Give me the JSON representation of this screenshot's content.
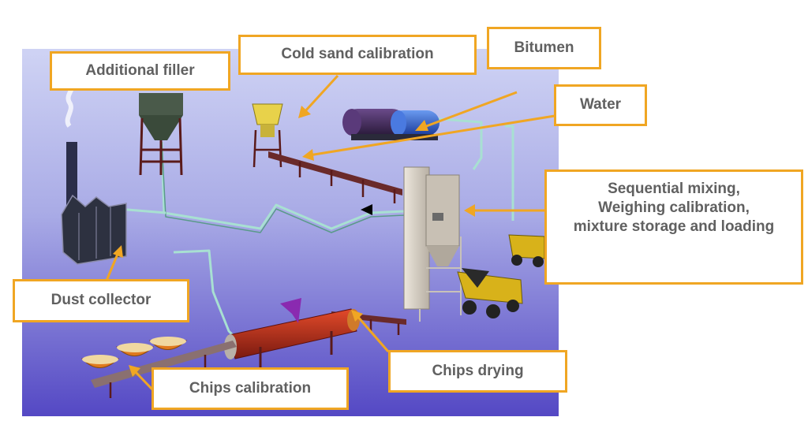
{
  "labels": {
    "additional_filler": "Additional filler",
    "cold_sand_calibration": "Cold sand calibration",
    "bitumen": "Bitumen",
    "water": "Water",
    "sequential_mixing": [
      "Sequential mixing,",
      "Weighing calibration,",
      "mixture storage and loading"
    ],
    "dust_collector": "Dust collector",
    "chips_drying": "Chips drying",
    "chips_calibration": "Chips calibration"
  },
  "colors": {
    "label_border": "#f0a623",
    "label_text": "#606060",
    "arrow": "#f0a623",
    "scene_top": "#c9cdf2",
    "scene_bottom": "#5a4fc8",
    "pipe": "#9fd8c8",
    "conveyor": "#5a2a2a",
    "drum": "#c0321a",
    "bins": "#e07a1e",
    "bitumen_tank": "#3a2a5a",
    "water_tank": "#3a6ad0",
    "truck": "#d8b21a",
    "tower": "#d8d2c8"
  },
  "icons": [
    "cursor-arrow-icon"
  ]
}
